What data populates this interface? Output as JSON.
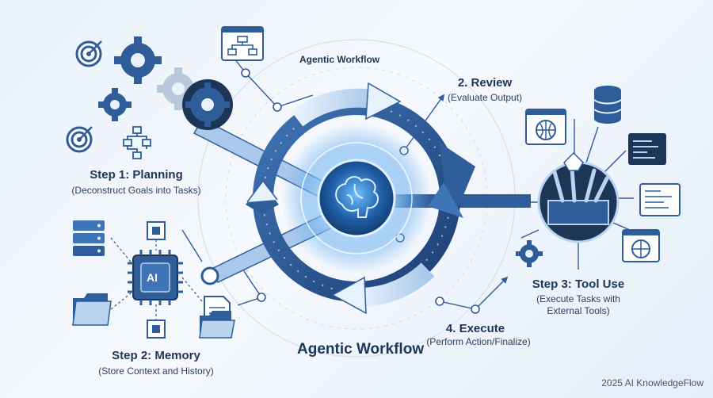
{
  "diagram": {
    "title_top": "Agentic Workflow",
    "title_bottom": "Agentic Workflow",
    "steps": [
      {
        "title": "Step 1: Planning",
        "subtitle": "(Deconstruct Goals into Tasks)"
      },
      {
        "title": "2. Review",
        "subtitle": "(Evaluate Output)"
      },
      {
        "title": "Step 3: Tool Use",
        "subtitle": "(Execute Tasks with",
        "subtitle2": "External Tools)"
      },
      {
        "title": "4. Execute",
        "subtitle": "(Perform Action/Finalize)"
      },
      {
        "title": "Step 2: Memory",
        "subtitle": "(Store Context and History)"
      }
    ],
    "chip_label": "AI",
    "watermark": "2025 AI KnowledgeFlow"
  },
  "colors": {
    "primary": "#2f5d9a",
    "dark": "#1d3557",
    "light": "#b9d3ef",
    "glow": "#4da3f0"
  },
  "icons": [
    "target-icon",
    "gear-icon",
    "flowchart-icon",
    "brain-icon",
    "globe-icon",
    "database-icon",
    "code-window-icon",
    "toolbox-icon",
    "server-stack-icon",
    "cpu-chip-icon",
    "folder-icon",
    "document-icon"
  ]
}
